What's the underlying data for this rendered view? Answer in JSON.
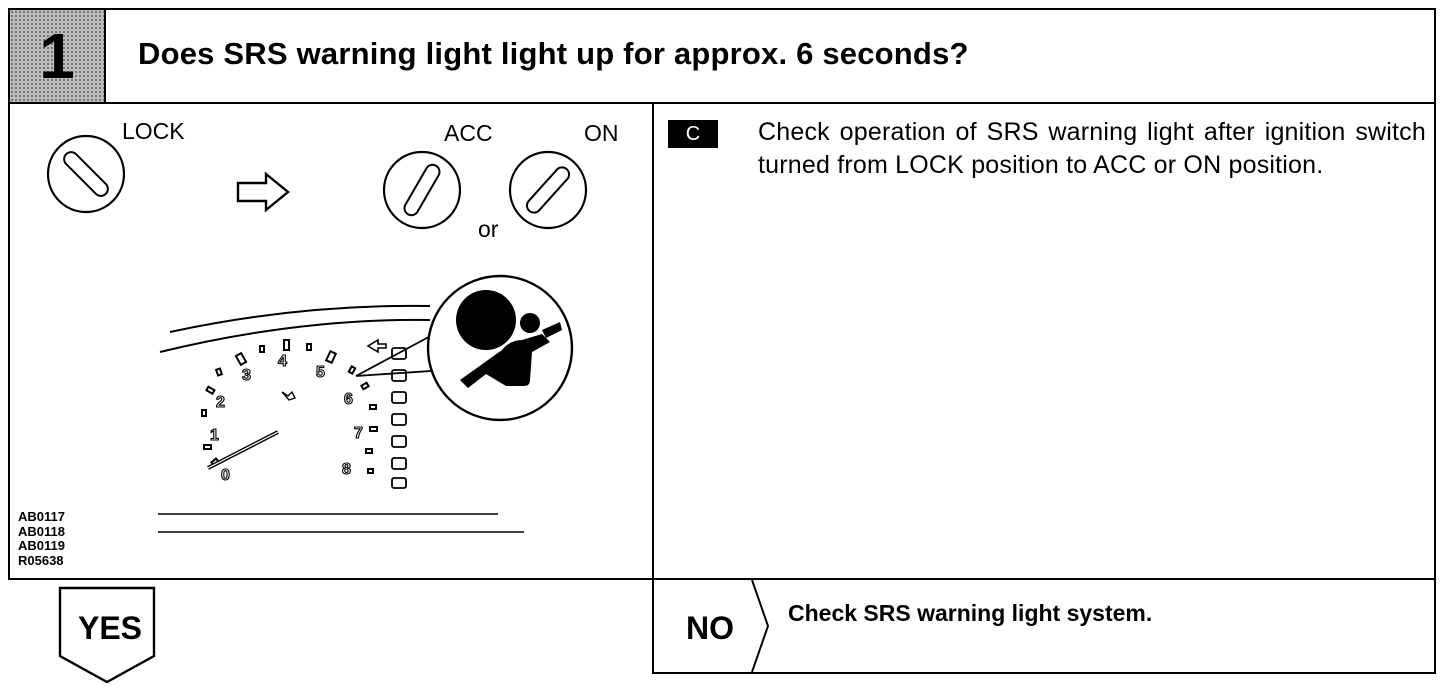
{
  "header": {
    "step_number": "1",
    "question": "Does SRS warning light light up for approx. 6 seconds?"
  },
  "figure": {
    "key_labels": {
      "lock": "LOCK",
      "acc": "ACC",
      "on": "ON",
      "or": "or"
    },
    "gauge_numbers": [
      "0",
      "1",
      "2",
      "3",
      "4",
      "5",
      "6",
      "7",
      "8"
    ],
    "codes": [
      "AB0117",
      "AB0118",
      "AB0119",
      "R05638"
    ],
    "icons": [
      "key-cylinder-lock-icon",
      "arrow-right-outline-icon",
      "key-cylinder-acc-icon",
      "key-cylinder-on-icon",
      "srs-airbag-warning-icon",
      "tachometer-gauge"
    ]
  },
  "description": {
    "tag": "C",
    "text": "Check operation of SRS warning light after ignition switch turned from LOCK position to ACC or ON position."
  },
  "no_branch": {
    "label": "NO",
    "action": "Check SRS warning light system."
  },
  "yes_branch": {
    "label": "YES"
  }
}
